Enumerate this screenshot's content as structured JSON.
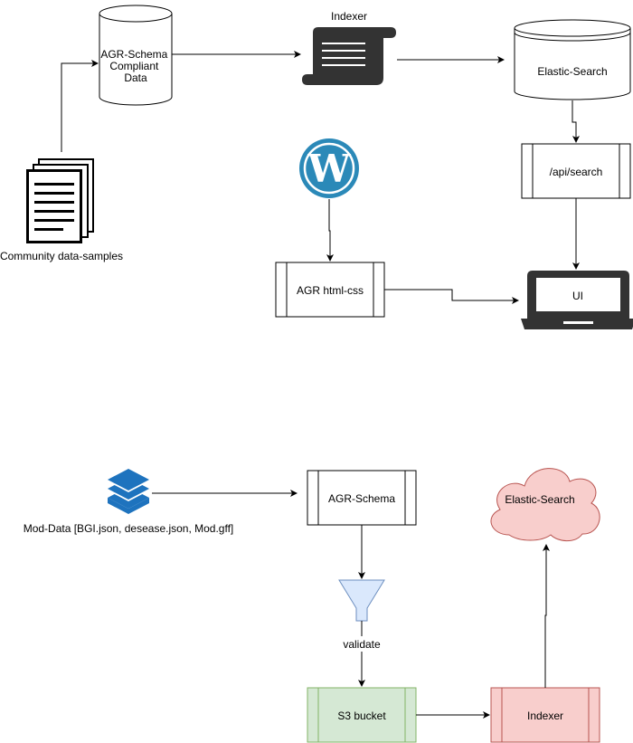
{
  "top": {
    "schema_db_lines": [
      "AGR-Schema",
      "Compliant",
      "Data"
    ],
    "indexer_label": "Indexer",
    "elastic_label": "Elastic-Search",
    "api_label": "/api/search",
    "html_css_label": "AGR html-css",
    "ui_label": "UI",
    "community_label": "Community data-samples"
  },
  "bottom": {
    "mod_data_label": "Mod-Data [BGI.json, desease.json, Mod.gff]",
    "schema_label": "AGR-Schema",
    "validate_label": "validate",
    "s3_label": "S3 bucket",
    "indexer_label": "Indexer",
    "elastic_label": "Elastic-Search"
  },
  "colors": {
    "s3_fill": "#d5e8d4",
    "s3_stroke": "#82b366",
    "indexer_fill": "#f8cecc",
    "indexer_stroke": "#b85450",
    "cloud_fill": "#f8cecc",
    "cloud_stroke": "#b85450",
    "funnel_fill": "#dae8fc",
    "funnel_stroke": "#6c8ebf",
    "layers_color": "#1e73be",
    "wordpress_color": "#2b89b8",
    "icon_dark": "#333333"
  },
  "icons": [
    "database-icon",
    "scroll-icon",
    "documents-icon",
    "wordpress-icon",
    "laptop-icon",
    "layers-icon",
    "funnel-icon",
    "cloud-icon"
  ]
}
